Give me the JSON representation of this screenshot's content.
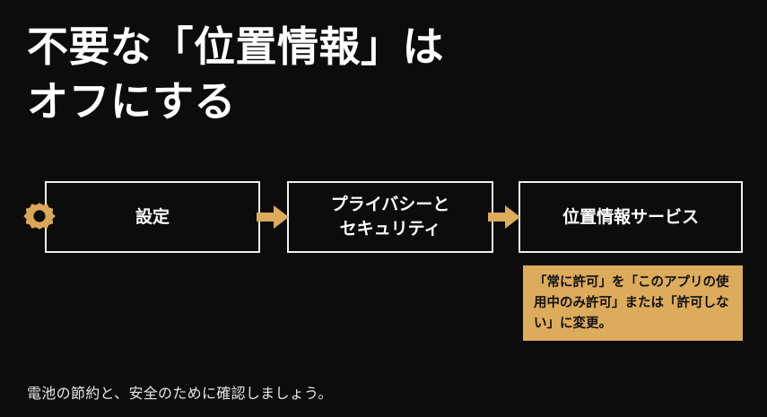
{
  "slide": {
    "background_color": "#0d0c0c",
    "accent_color": "#dcab5c",
    "text_color": "#ffffff",
    "title": "不要な「位置情報」は\nオフにする",
    "caption": "電池の節約と、安全のために確認しましょう。"
  },
  "flow": {
    "gear_icon_name": "gear-icon",
    "steps": [
      {
        "label": "設定"
      },
      {
        "label": "プライバシーと\nセキュリティ"
      },
      {
        "label": "位置情報サービス"
      }
    ],
    "arrows": [
      {
        "name": "arrow-right-icon-1"
      },
      {
        "name": "arrow-right-icon-2"
      }
    ]
  },
  "callout": {
    "text": "「常に許可」を「このアプリの使用中のみ許可」または「許可しない」に変更。",
    "background_color": "#dcab5c",
    "text_color": "#111010"
  }
}
